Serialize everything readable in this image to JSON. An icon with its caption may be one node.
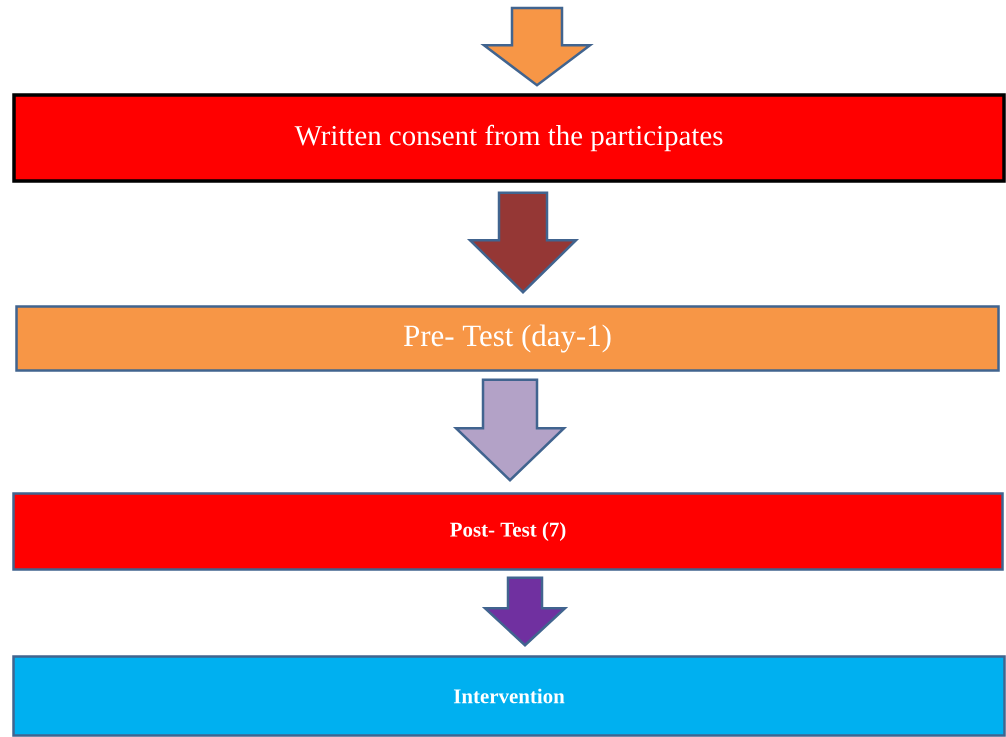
{
  "diagram": {
    "nodes": [
      {
        "text": [
          "Written consent from the participates"
        ]
      },
      {
        "text": [
          "Pre- Test (day-1)"
        ]
      },
      {
        "text": [
          "Post- Test (7)"
        ]
      },
      {
        "text": [
          "Intervention"
        ]
      }
    ],
    "edges": [
      {
        "from": null,
        "to": 0,
        "arrow": "to",
        "color": "#f79646"
      },
      {
        "from": 0,
        "to": 1,
        "arrow": "to",
        "color": "#953735"
      },
      {
        "from": 1,
        "to": 2,
        "arrow": "to",
        "color": "#b3a2c7"
      },
      {
        "from": 2,
        "to": 3,
        "arrow": "to",
        "color": "#7030a0"
      }
    ]
  }
}
